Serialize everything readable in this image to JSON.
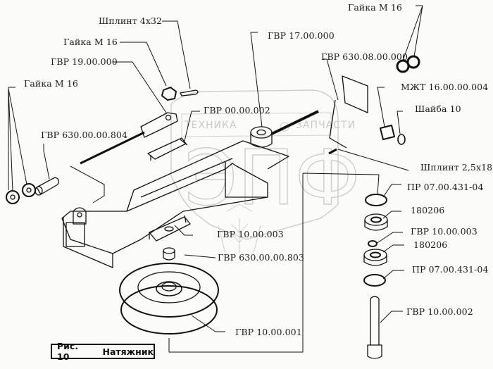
{
  "figure": {
    "caption_number": "Рис. 10",
    "caption_title": "Натяжник"
  },
  "watermark": {
    "top_text_left": "ТЕХНИКА",
    "top_text_right": "ЗАПЧАСТИ",
    "logo_letters": "ЭПФ"
  },
  "labels": {
    "shplint_4x32": "Шплинт 4х32",
    "gaika_m16_top_left": "Гайка М 16",
    "gvr_19": "ГВР 19.00.000",
    "gaika_m16_left": "Гайка М 16",
    "gvr_630_804": "ГВР 630.00.00.804",
    "gvr_00_002": "ГВР 00.00.002",
    "gvr_17": "ГВР 17.00.000",
    "gaika_m16_top_right": "Гайка М 16",
    "gvr_630_08": "ГВР 630.08.00.000",
    "mzht": "МЖТ 16.00.00.004",
    "shaiba_10": "Шайба 10",
    "shplint_25x18": "Шплинт 2,5х18",
    "pr_431_top": "ПР 07.00.431-04",
    "bearing_top": "180206",
    "gvr_10_003_right": "ГВР 10.00.003",
    "bearing_bottom": "180206",
    "pr_431_bottom": "ПР 07.00.431-04",
    "gvr_10_002": "ГВР 10.00.002",
    "gvr_10_003_center": "ГВР 10.00.003",
    "gvr_630_803": "ГВР 630.00.00.803",
    "gvr_10_001": "ГВР 10.00.001"
  }
}
